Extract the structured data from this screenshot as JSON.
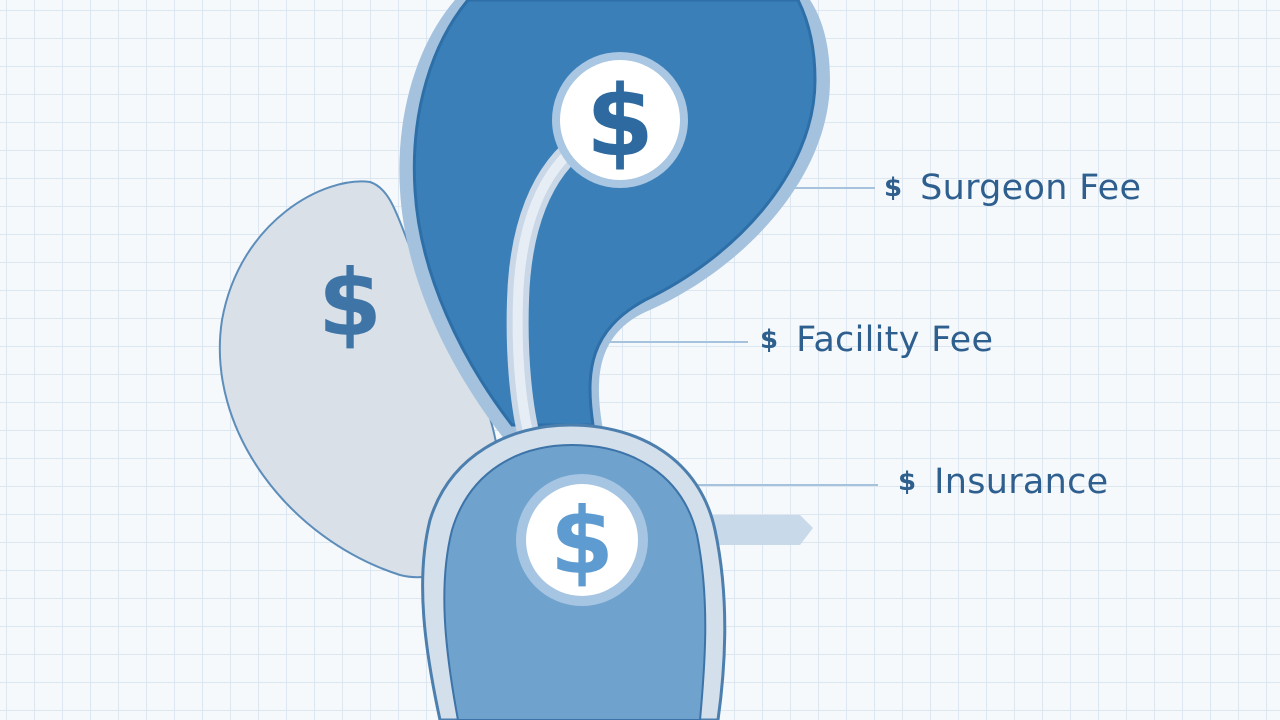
{
  "labels": {
    "surgeon_fee": "Surgeon Fee",
    "facility_fee": "Facility Fee",
    "insurance": "Insurance"
  },
  "symbols": {
    "dollar": "$"
  },
  "colors": {
    "background": "#f6f9fc",
    "grid": "#dde7f1",
    "dark_blue": "#3a7fb8",
    "medium_blue": "#6fa2cc",
    "light_gray_blue": "#d9e0e8",
    "outline": "#2e6fa8",
    "text": "#2e5f8f"
  },
  "icons": [
    "dollar-coin-icon",
    "dollar-sign-icon"
  ]
}
